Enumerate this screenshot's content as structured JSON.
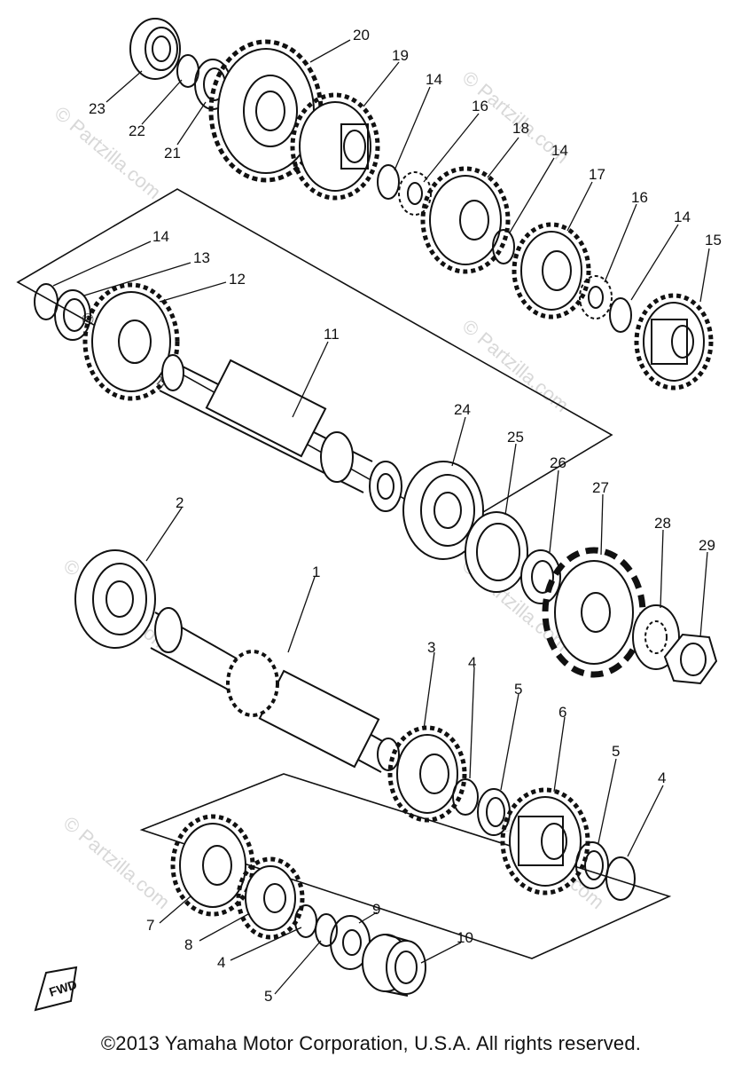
{
  "watermark": "© Partzilla.com",
  "fwd_label": "FWD",
  "copyright": "©2013 Yamaha Motor Corporation, U.S.A. All rights reserved.",
  "callouts": [
    "1",
    "2",
    "3",
    "4",
    "5",
    "6",
    "7",
    "8",
    "9",
    "10",
    "11",
    "12",
    "13",
    "14",
    "15",
    "16",
    "17",
    "18",
    "19",
    "20",
    "21",
    "22",
    "23",
    "24",
    "25",
    "26",
    "27",
    "28",
    "29"
  ]
}
